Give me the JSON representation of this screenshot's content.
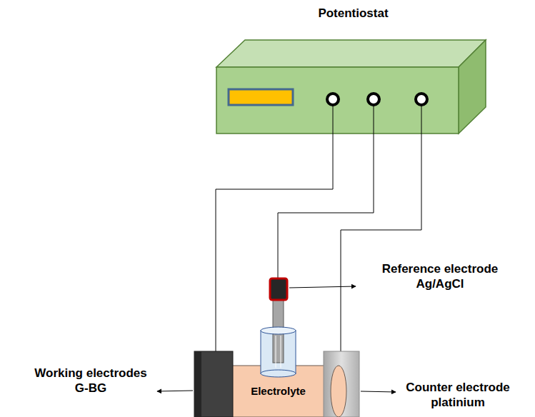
{
  "diagram": {
    "nodes": [
      {
        "text": [
          "Potentiostat"
        ]
      },
      {
        "text": [
          "Electrolyte"
        ]
      }
    ],
    "labels": [
      "Reference electrode Ag/AgCl",
      "Working electrodes G-BG",
      "Counter electrode platinium"
    ]
  }
}
